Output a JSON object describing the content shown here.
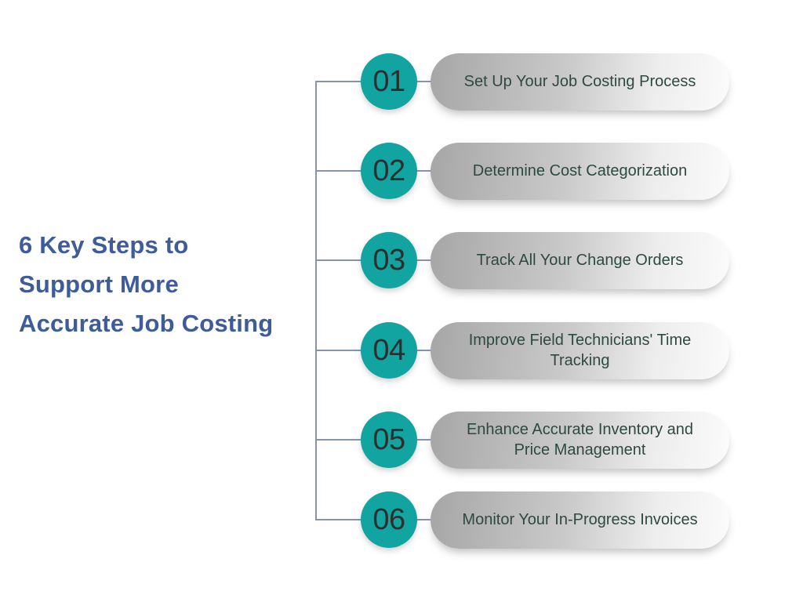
{
  "title": {
    "lines": [
      "6 Key Steps to",
      "Support More",
      "Accurate Job Costing"
    ]
  },
  "steps": [
    {
      "number": "01",
      "label": "Set Up Your Job Costing Process"
    },
    {
      "number": "02",
      "label": "Determine Cost Categorization"
    },
    {
      "number": "03",
      "label": "Track All Your Change Orders"
    },
    {
      "number": "04",
      "label": "Improve Field Technicians' Time Tracking"
    },
    {
      "number": "05",
      "label": "Enhance Accurate Inventory and Price Management"
    },
    {
      "number": "06",
      "label": "Monitor Your In-Progress Invoices"
    }
  ],
  "colors": {
    "title": "#3d5c99",
    "teal": "#12a4a0",
    "number": "#2e2e2e",
    "pilltext": "#2d4a3e",
    "line": "#8794ad",
    "pill_gradient_start": "#a6a6a6",
    "pill_gradient_end": "#fbfbfb",
    "background": "#ffffff"
  }
}
